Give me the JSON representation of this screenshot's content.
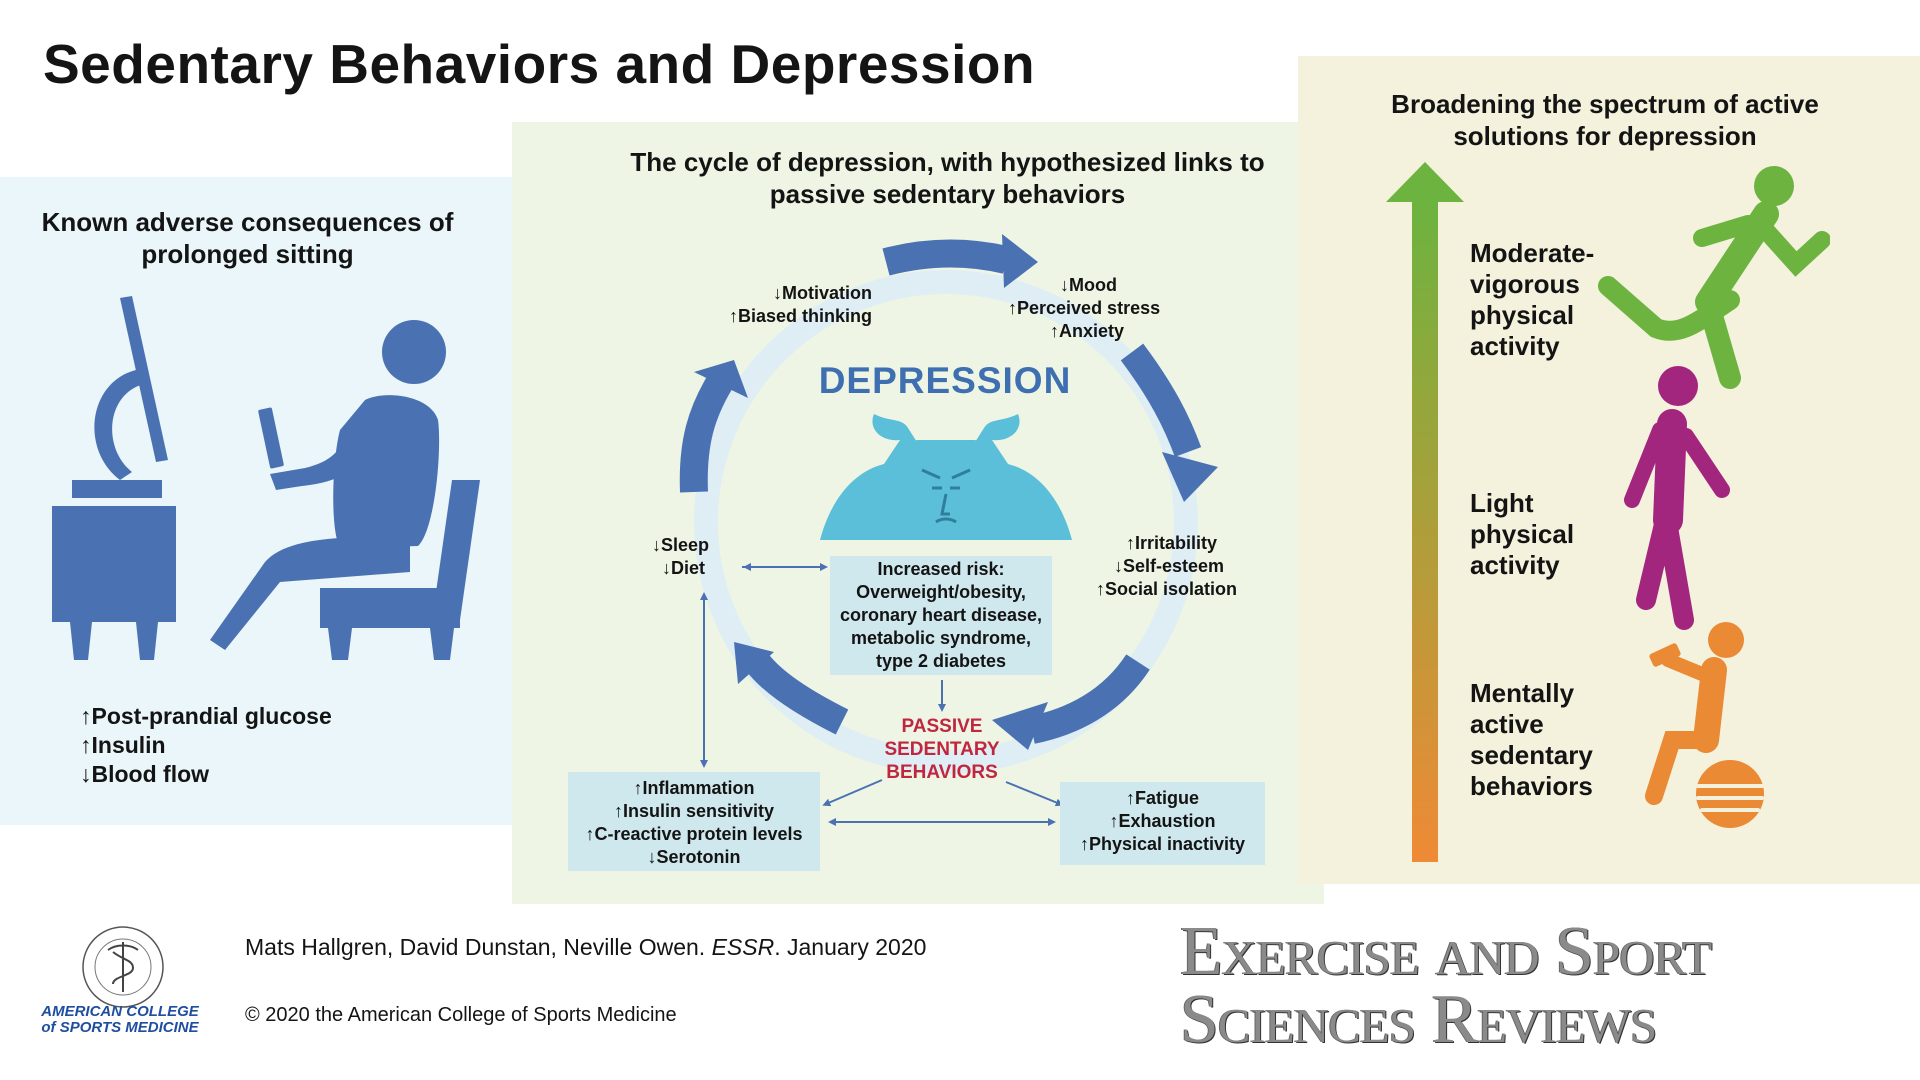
{
  "title": "Sedentary Behaviors and Depression",
  "left": {
    "heading": "Known adverse consequences of prolonged sitting",
    "items": [
      "↑Post-prandial glucose",
      "↑Insulin",
      "↓Blood flow"
    ]
  },
  "middle": {
    "heading": "The cycle of depression, with hypothesized links to passive sedentary behaviors",
    "center_label": "DEPRESSION",
    "nodes": {
      "motivation": [
        "↓Motivation",
        "↑Biased thinking"
      ],
      "mood": [
        "↓Mood",
        "↑Perceived stress",
        "↑Anxiety"
      ],
      "irritability": [
        "↑Irritability",
        "↓Self-esteem",
        "↑Social isolation"
      ],
      "sleep": [
        "↓Sleep",
        "↓Diet"
      ]
    },
    "passive": "PASSIVE SEDENTARY BEHAVIORS",
    "risk_box": [
      "Increased risk:",
      "Overweight/obesity,",
      "coronary heart disease,",
      "metabolic syndrome,",
      "type 2 diabetes"
    ],
    "mechanisms_box": [
      "↑Inflammation",
      "↑Insulin sensitivity",
      "↑C-reactive protein levels",
      "↓Serotonin"
    ],
    "fatigue_box": [
      "↑Fatigue",
      "↑Exhaustion",
      "↑Physical inactivity"
    ]
  },
  "right": {
    "heading": "Broadening the spectrum of active solutions for depression",
    "levels": [
      {
        "label": "Moderate-vigorous physical activity",
        "color": "#6cb33f"
      },
      {
        "label": "Light physical activity",
        "color": "#a3267e"
      },
      {
        "label": "Mentally active sedentary behaviors",
        "color": "#ea8a34"
      }
    ]
  },
  "footer": {
    "citation_authors": "Mats Hallgren, David Dunstan, Neville Owen. ",
    "citation_journal": "ESSR",
    "citation_date": ". January 2020",
    "copyright": "© 2020 the American College of Sports Medicine",
    "org_line1": "AMERICAN COLLEGE",
    "org_line2": "of SPORTS MEDICINE",
    "journal_line1": "Exercise and Sport",
    "journal_line2": "Sciences Reviews"
  },
  "colors": {
    "cycle_blue": "#4a72b3",
    "box_fill": "#cfe8ee",
    "passive_red": "#c0273f"
  }
}
